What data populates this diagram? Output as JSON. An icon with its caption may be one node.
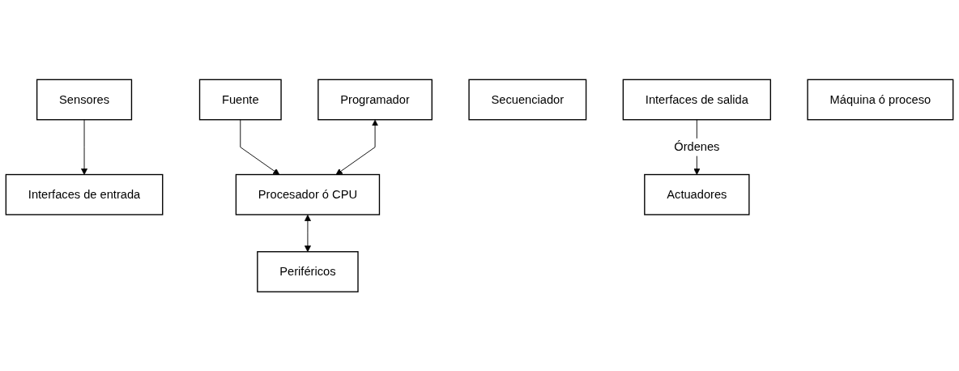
{
  "diagram": {
    "nodes": [
      {
        "text": [
          "Fuente"
        ]
      },
      {
        "text": [
          "Programador"
        ]
      },
      {
        "text": [
          "Periféricos"
        ]
      },
      {
        "text": [
          "Interfaces de entrada"
        ]
      },
      {
        "text": [
          "Procesador ó CPU"
        ]
      },
      {
        "text": [
          "Interfaces de salida"
        ]
      },
      {
        "text": [
          "Secuenciador"
        ]
      },
      {
        "text": [
          "Sensores"
        ]
      },
      {
        "text": [
          "Máquina ó proceso"
        ]
      },
      {
        "text": [
          "Actuadores"
        ]
      }
    ],
    "edges": [
      {
        "from": 0,
        "to": 4,
        "arrow": "to"
      },
      {
        "from": 1,
        "to": 4,
        "arrow": "both"
      },
      {
        "from": 4,
        "to": 2,
        "arrow": "both"
      },
      {
        "from": 5,
        "to": 9,
        "arrow": "to",
        "label": "Órdenes"
      },
      {
        "from": 7,
        "to": 3,
        "arrow": "to"
      }
    ]
  }
}
